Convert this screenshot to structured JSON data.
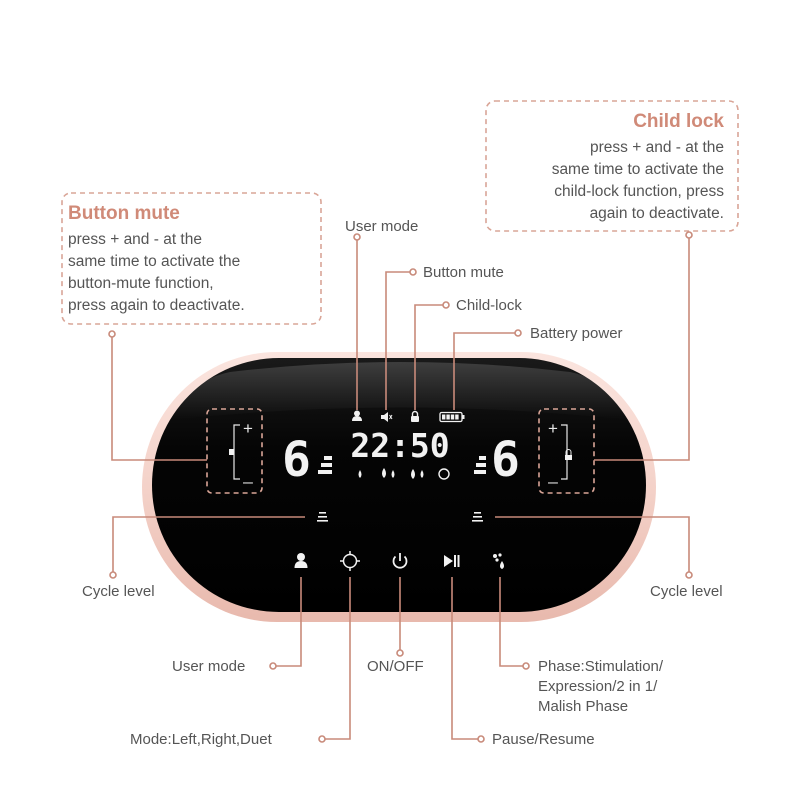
{
  "callout_boxes": {
    "button_mute": {
      "title": "Button mute",
      "lines": [
        "press + and - at the",
        "same time to activate the",
        "button-mute function,",
        "press again to deactivate."
      ]
    },
    "child_lock": {
      "title": "Child lock",
      "lines": [
        "press + and - at the",
        "same time to activate the",
        "child-lock function, press",
        "again to deactivate."
      ]
    }
  },
  "labels": {
    "user_mode_top": "User mode",
    "button_mute": "Button mute",
    "child_lock": "Child-lock",
    "battery_power": "Battery power",
    "cycle_level_left": "Cycle level",
    "cycle_level_right": "Cycle level",
    "user_mode_bottom": "User mode",
    "on_off": "ON/OFF",
    "phase": [
      "Phase:Stimulation/",
      "Expression/2 in 1/",
      "Malish Phase"
    ],
    "mode": "Mode:Left,Right,Duet",
    "pause_resume": "Pause/Resume"
  },
  "display": {
    "left_level": "6",
    "right_level": "6",
    "time": "22:50",
    "plus": "+",
    "minus": "_"
  },
  "colors": {
    "accent": "#d08a78",
    "leader": "#c88a7a",
    "device_body": "#f4d4cc",
    "screen": "#050505",
    "text": "#555555"
  }
}
